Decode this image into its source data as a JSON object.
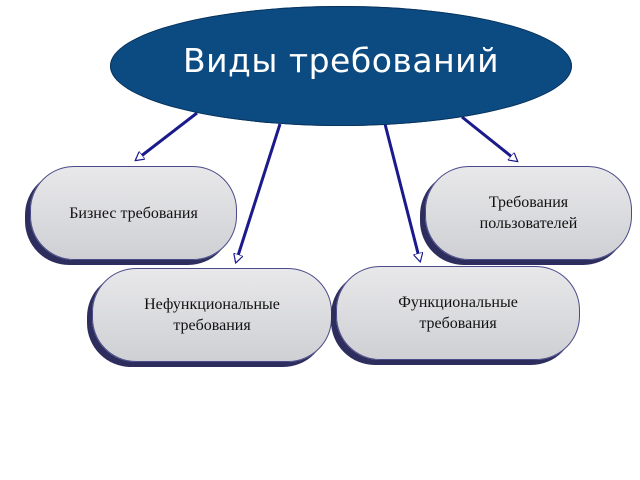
{
  "title": "Виды требований",
  "nodes": {
    "business": {
      "label": "Бизнес требования"
    },
    "users": {
      "label": "Требования\nпользователей"
    },
    "nonfunctional": {
      "label": "Нефункциональные\nтребования"
    },
    "functional": {
      "label": "Функциональные\nтребования"
    }
  },
  "colors": {
    "root_fill": "#0c4a82",
    "arrow": "#1a1a8c",
    "node_fill": "#d9dadd",
    "node_shadow": "#2e2e5e"
  }
}
